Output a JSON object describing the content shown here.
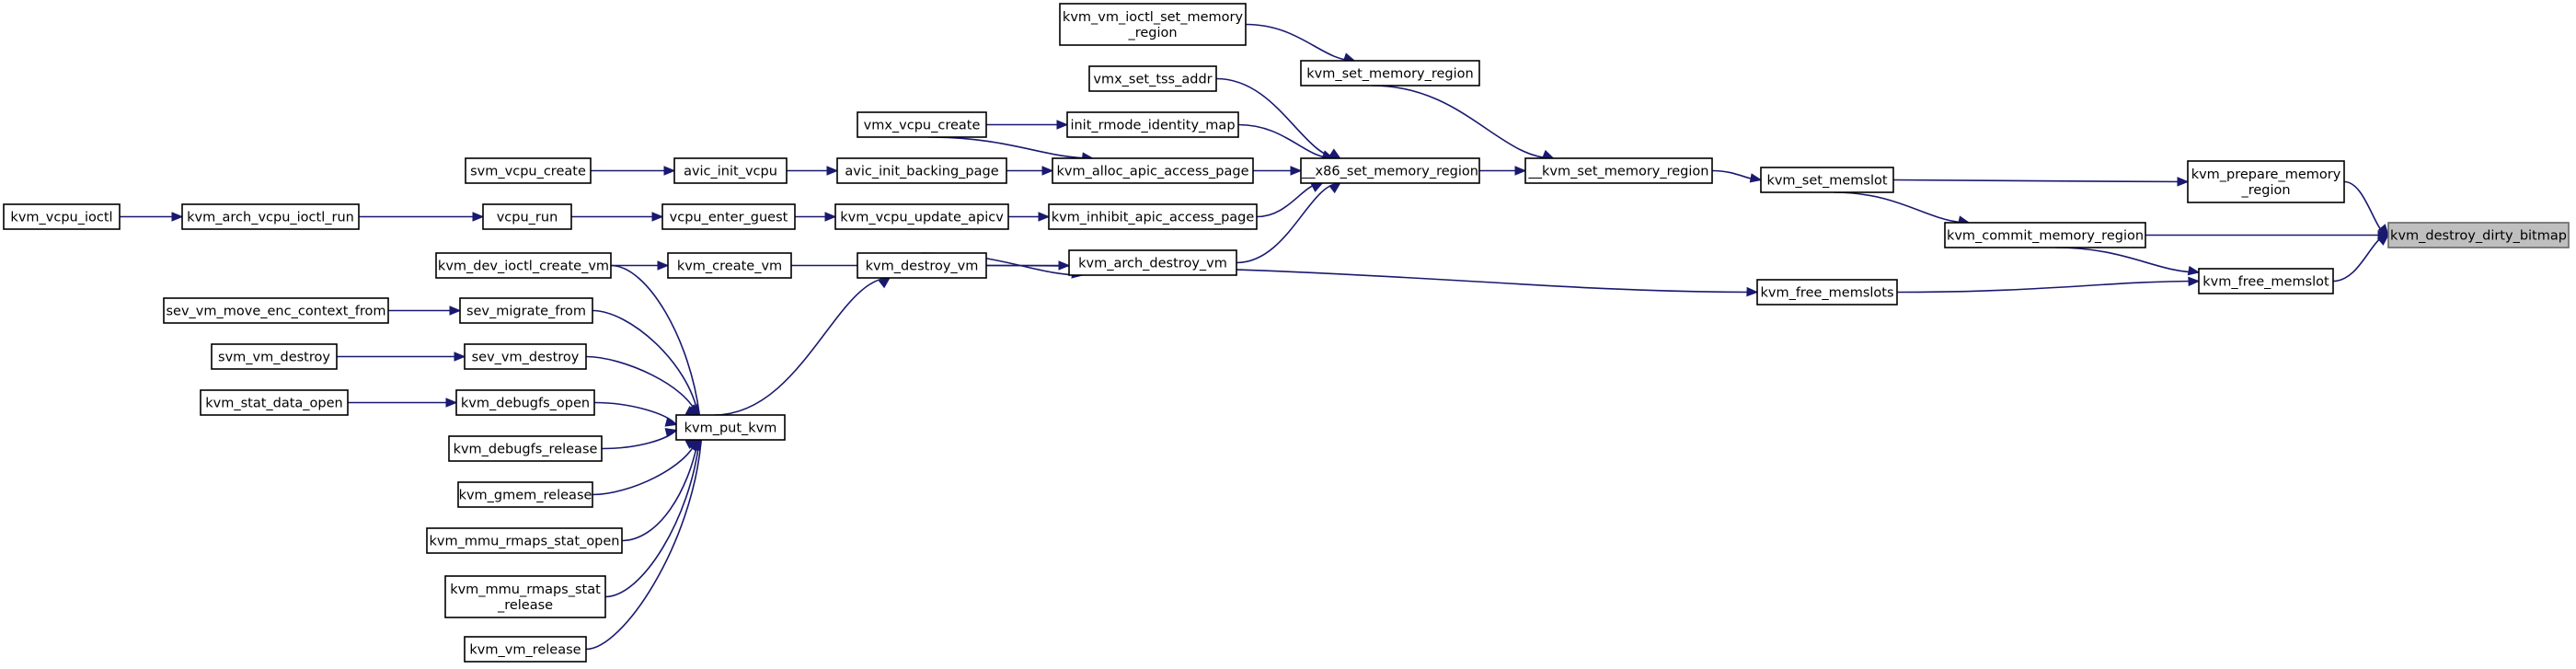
{
  "diagram": {
    "root": "kvm_destroy_dirty_bitmap",
    "colors": {
      "edge": "#191970",
      "root_fill": "#bfbfbf",
      "node_fill": "#ffffff"
    },
    "nodes": [
      {
        "id": "n_destroy_dirty_bitmap",
        "lines": [
          "kvm_destroy_dirty_bitmap"
        ],
        "root": true
      },
      {
        "id": "n_prepare_memory_region",
        "lines": [
          "kvm_prepare_memory",
          "_region"
        ]
      },
      {
        "id": "n_commit_memory_region",
        "lines": [
          "kvm_commit_memory_region"
        ]
      },
      {
        "id": "n_free_memslot",
        "lines": [
          "kvm_free_memslot"
        ]
      },
      {
        "id": "n_set_memslot",
        "lines": [
          "kvm_set_memslot"
        ]
      },
      {
        "id": "n_free_memslots",
        "lines": [
          "kvm_free_memslots"
        ]
      },
      {
        "id": "n___kvm_set_memory_region",
        "lines": [
          "__kvm_set_memory_region"
        ]
      },
      {
        "id": "n_kvm_destroy_vm",
        "lines": [
          "kvm_destroy_vm"
        ]
      },
      {
        "id": "n_kvm_set_memory_region",
        "lines": [
          "kvm_set_memory_region"
        ]
      },
      {
        "id": "n___x86_set_memory_region",
        "lines": [
          "__x86_set_memory_region"
        ]
      },
      {
        "id": "n_kvm_put_kvm",
        "lines": [
          "kvm_put_kvm"
        ]
      },
      {
        "id": "n_kvm_vm_ioctl_set_memory_region",
        "lines": [
          "kvm_vm_ioctl_set_memory",
          "_region"
        ]
      },
      {
        "id": "n_vmx_set_tss_addr",
        "lines": [
          "vmx_set_tss_addr"
        ]
      },
      {
        "id": "n_init_rmode_identity_map",
        "lines": [
          "init_rmode_identity_map"
        ]
      },
      {
        "id": "n_kvm_alloc_apic_access_page",
        "lines": [
          "kvm_alloc_apic_access_page"
        ]
      },
      {
        "id": "n_kvm_inhibit_apic_access_page",
        "lines": [
          "kvm_inhibit_apic_access_page"
        ]
      },
      {
        "id": "n_kvm_arch_destroy_vm",
        "lines": [
          "kvm_arch_destroy_vm"
        ]
      },
      {
        "id": "n_vmx_vcpu_create",
        "lines": [
          "vmx_vcpu_create"
        ]
      },
      {
        "id": "n_avic_init_backing_page",
        "lines": [
          "avic_init_backing_page"
        ]
      },
      {
        "id": "n_kvm_vcpu_update_apicv",
        "lines": [
          "kvm_vcpu_update_apicv"
        ]
      },
      {
        "id": "n_kvm_create_vm",
        "lines": [
          "kvm_create_vm"
        ]
      },
      {
        "id": "n_avic_init_vcpu",
        "lines": [
          "avic_init_vcpu"
        ]
      },
      {
        "id": "n_vcpu_enter_guest",
        "lines": [
          "vcpu_enter_guest"
        ]
      },
      {
        "id": "n_svm_vcpu_create",
        "lines": [
          "svm_vcpu_create"
        ]
      },
      {
        "id": "n_vcpu_run",
        "lines": [
          "vcpu_run"
        ]
      },
      {
        "id": "n_kvm_arch_vcpu_ioctl_run",
        "lines": [
          "kvm_arch_vcpu_ioctl_run"
        ]
      },
      {
        "id": "n_kvm_vcpu_ioctl",
        "lines": [
          "kvm_vcpu_ioctl"
        ]
      },
      {
        "id": "n_kvm_dev_ioctl_create_vm",
        "lines": [
          "kvm_dev_ioctl_create_vm"
        ]
      },
      {
        "id": "n_sev_migrate_from",
        "lines": [
          "sev_migrate_from"
        ]
      },
      {
        "id": "n_sev_vm_move_enc_context_from",
        "lines": [
          "sev_vm_move_enc_context_from"
        ]
      },
      {
        "id": "n_sev_vm_destroy",
        "lines": [
          "sev_vm_destroy"
        ]
      },
      {
        "id": "n_svm_vm_destroy",
        "lines": [
          "svm_vm_destroy"
        ]
      },
      {
        "id": "n_kvm_debugfs_open",
        "lines": [
          "kvm_debugfs_open"
        ]
      },
      {
        "id": "n_kvm_stat_data_open",
        "lines": [
          "kvm_stat_data_open"
        ]
      },
      {
        "id": "n_kvm_debugfs_release",
        "lines": [
          "kvm_debugfs_release"
        ]
      },
      {
        "id": "n_kvm_gmem_release",
        "lines": [
          "kvm_gmem_release"
        ]
      },
      {
        "id": "n_kvm_mmu_rmaps_stat_open",
        "lines": [
          "kvm_mmu_rmaps_stat_open"
        ]
      },
      {
        "id": "n_kvm_mmu_rmaps_stat_release",
        "lines": [
          "kvm_mmu_rmaps_stat",
          "_release"
        ]
      },
      {
        "id": "n_kvm_vm_release",
        "lines": [
          "kvm_vm_release"
        ]
      }
    ],
    "edges": [
      {
        "from": "n_prepare_memory_region",
        "to": "n_destroy_dirty_bitmap"
      },
      {
        "from": "n_commit_memory_region",
        "to": "n_destroy_dirty_bitmap"
      },
      {
        "from": "n_free_memslot",
        "to": "n_destroy_dirty_bitmap"
      },
      {
        "from": "n_set_memslot",
        "to": "n_prepare_memory_region"
      },
      {
        "from": "n_set_memslot",
        "to": "n_commit_memory_region"
      },
      {
        "from": "n_commit_memory_region",
        "to": "n_free_memslot"
      },
      {
        "from": "n_free_memslots",
        "to": "n_free_memslot"
      },
      {
        "from": "n___kvm_set_memory_region",
        "to": "n_set_memslot"
      },
      {
        "from": "n_kvm_destroy_vm",
        "to": "n_free_memslots"
      },
      {
        "from": "n_kvm_set_memory_region",
        "to": "n___kvm_set_memory_region"
      },
      {
        "from": "n___x86_set_memory_region",
        "to": "n___kvm_set_memory_region"
      },
      {
        "from": "n_kvm_put_kvm",
        "to": "n_kvm_destroy_vm"
      },
      {
        "from": "n_kvm_vm_ioctl_set_memory_region",
        "to": "n_kvm_set_memory_region"
      },
      {
        "from": "n_vmx_set_tss_addr",
        "to": "n___x86_set_memory_region"
      },
      {
        "from": "n_init_rmode_identity_map",
        "to": "n___x86_set_memory_region"
      },
      {
        "from": "n_kvm_alloc_apic_access_page",
        "to": "n___x86_set_memory_region"
      },
      {
        "from": "n_kvm_inhibit_apic_access_page",
        "to": "n___x86_set_memory_region"
      },
      {
        "from": "n_kvm_arch_destroy_vm",
        "to": "n___x86_set_memory_region"
      },
      {
        "from": "n_vmx_vcpu_create",
        "to": "n_init_rmode_identity_map"
      },
      {
        "from": "n_vmx_vcpu_create",
        "to": "n_kvm_alloc_apic_access_page"
      },
      {
        "from": "n_avic_init_backing_page",
        "to": "n_kvm_alloc_apic_access_page"
      },
      {
        "from": "n_kvm_vcpu_update_apicv",
        "to": "n_kvm_inhibit_apic_access_page"
      },
      {
        "from": "n_kvm_create_vm",
        "to": "n_kvm_arch_destroy_vm"
      },
      {
        "from": "n_kvm_destroy_vm",
        "to": "n_kvm_arch_destroy_vm"
      },
      {
        "from": "n_avic_init_vcpu",
        "to": "n_avic_init_backing_page"
      },
      {
        "from": "n_vcpu_enter_guest",
        "to": "n_kvm_vcpu_update_apicv"
      },
      {
        "from": "n_svm_vcpu_create",
        "to": "n_avic_init_vcpu"
      },
      {
        "from": "n_vcpu_run",
        "to": "n_vcpu_enter_guest"
      },
      {
        "from": "n_kvm_arch_vcpu_ioctl_run",
        "to": "n_vcpu_run"
      },
      {
        "from": "n_kvm_vcpu_ioctl",
        "to": "n_kvm_arch_vcpu_ioctl_run"
      },
      {
        "from": "n_kvm_dev_ioctl_create_vm",
        "to": "n_kvm_create_vm"
      },
      {
        "from": "n_kvm_dev_ioctl_create_vm",
        "to": "n_kvm_put_kvm"
      },
      {
        "from": "n_sev_migrate_from",
        "to": "n_kvm_put_kvm"
      },
      {
        "from": "n_sev_vm_move_enc_context_from",
        "to": "n_sev_migrate_from"
      },
      {
        "from": "n_sev_vm_destroy",
        "to": "n_kvm_put_kvm"
      },
      {
        "from": "n_svm_vm_destroy",
        "to": "n_sev_vm_destroy"
      },
      {
        "from": "n_kvm_debugfs_open",
        "to": "n_kvm_put_kvm"
      },
      {
        "from": "n_kvm_stat_data_open",
        "to": "n_kvm_debugfs_open"
      },
      {
        "from": "n_kvm_debugfs_release",
        "to": "n_kvm_put_kvm"
      },
      {
        "from": "n_kvm_gmem_release",
        "to": "n_kvm_put_kvm"
      },
      {
        "from": "n_kvm_mmu_rmaps_stat_open",
        "to": "n_kvm_put_kvm"
      },
      {
        "from": "n_kvm_mmu_rmaps_stat_release",
        "to": "n_kvm_put_kvm"
      },
      {
        "from": "n_kvm_vm_release",
        "to": "n_kvm_put_kvm"
      }
    ]
  }
}
